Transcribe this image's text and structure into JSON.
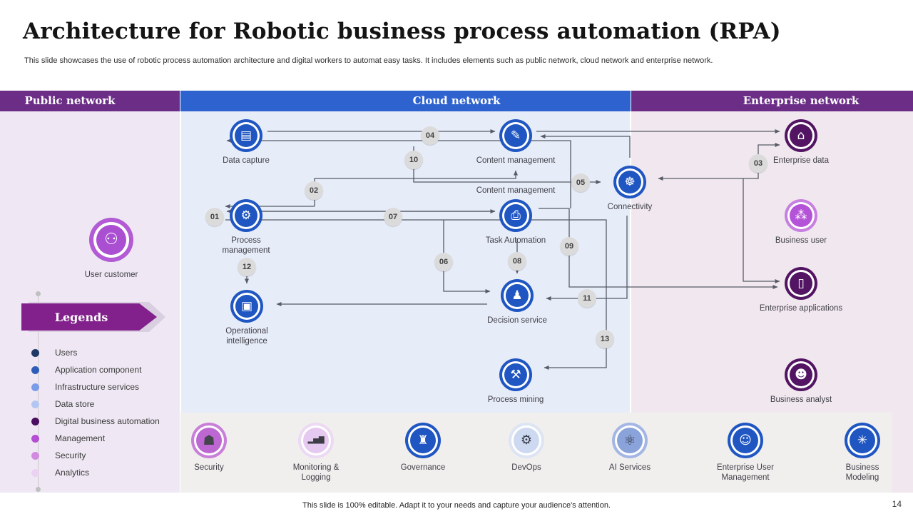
{
  "slide": {
    "title": "Architecture for Robotic business process automation (RPA)",
    "subtitle": "This slide showcases the use of robotic process automation architecture and digital workers to automat easy tasks. It includes elements such as public network, cloud network and enterprise network.",
    "footer": "This slide is 100% editable. Adapt it to your needs and capture your audience's attention.",
    "page_number": "14"
  },
  "headers": {
    "public": "Public network",
    "cloud": "Cloud network",
    "enterprise": "Enterprise network"
  },
  "nodes": {
    "data_capture": {
      "label": "Data capture"
    },
    "content_management": {
      "label": "Content management"
    },
    "content_management_2": {
      "label": "Content management"
    },
    "connectivity": {
      "label": "Connectivity"
    },
    "process_management": {
      "label": "Process management"
    },
    "task_automation": {
      "label": "Task Automation"
    },
    "operational_intelligence": {
      "label": "Operational intelligence"
    },
    "decision_service": {
      "label": "Decision service"
    },
    "process_mining": {
      "label": "Process mining"
    },
    "enterprise_data": {
      "label": "Enterprise data"
    },
    "business_user": {
      "label": "Business user"
    },
    "enterprise_applications": {
      "label": "Enterprise applications"
    },
    "business_analyst": {
      "label": "Business analyst"
    },
    "user_customer": {
      "label": "User customer"
    }
  },
  "bottom_row": {
    "security": {
      "label": "Security"
    },
    "monitoring_logging": {
      "label": "Monitoring & Logging"
    },
    "governance": {
      "label": "Governance"
    },
    "devops": {
      "label": "DevOps"
    },
    "ai_services": {
      "label": "AI Services"
    },
    "enterprise_user_management": {
      "label": "Enterprise User Management"
    },
    "business_modeling": {
      "label": "Business Modeling"
    }
  },
  "icons": {
    "data_capture": "▤",
    "content_management": "✎",
    "connectivity": "☸",
    "process_management": "⚙",
    "task_automation": "⎙",
    "operational_intelligence": "▣",
    "decision_service": "♟",
    "process_mining": "⚒",
    "enterprise_data": "⌂",
    "business_user": "⁂",
    "enterprise_applications": "▯",
    "business_analyst": "☻",
    "user_customer": "⚇",
    "security": "☗",
    "monitoring_logging": "▂▅▇",
    "governance": "♜",
    "devops": "⚙",
    "ai_services": "⚛",
    "enterprise_user_management": "☺",
    "business_modeling": "✳"
  },
  "badges": {
    "b01": "01",
    "b02": "02",
    "b03": "03",
    "b04": "04",
    "b05": "05",
    "b06": "06",
    "b07": "07",
    "b08": "08",
    "b09": "09",
    "b10": "10",
    "b11": "11",
    "b12": "12",
    "b13": "13"
  },
  "legend": {
    "title": "Legends",
    "items": [
      {
        "label": "Users",
        "color": "#1f3864"
      },
      {
        "label": "Application component",
        "color": "#2e5cb8"
      },
      {
        "label": "Infrastructure services",
        "color": "#7b9ce8"
      },
      {
        "label": "Data store",
        "color": "#b3c6f2"
      },
      {
        "label": "Digital business automation",
        "color": "#4a0d5f"
      },
      {
        "label": "Management",
        "color": "#b44ed2"
      },
      {
        "label": "Security",
        "color": "#d18ae0"
      },
      {
        "label": "Analytics",
        "color": "#ecd2f2"
      }
    ]
  },
  "colors": {
    "header_purple": "#6b2d86",
    "header_blue": "#2e62cf",
    "node_blue": "#1f56c2",
    "node_purple_dark": "#531563",
    "node_purple_light": "#b553d8",
    "public_bg": "#efe8f4",
    "cloud_bg": "#e7ecf9",
    "enterprise_bg": "#f1e7ef",
    "strip_bg": "#f1efee",
    "connector": "#565b66"
  }
}
